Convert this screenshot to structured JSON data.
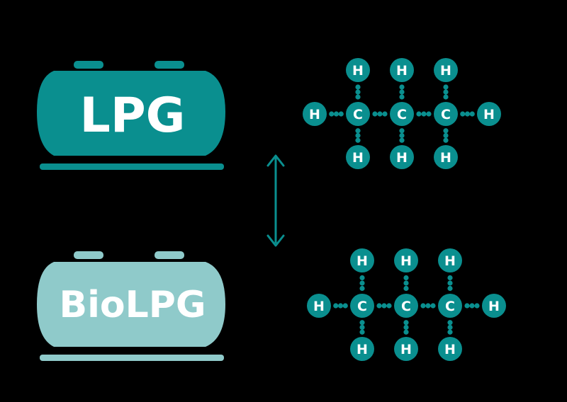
{
  "colors": {
    "background": "#000000",
    "lpg_tank": "#0a8f8f",
    "biolpg_tank": "#8fcaca",
    "atom": "#0a8f8f",
    "bond": "#0a8f8f",
    "arrow": "#0a8f8f",
    "text": "#ffffff"
  },
  "tanks": [
    {
      "id": "lpg",
      "label": "LPG"
    },
    {
      "id": "biolpg",
      "label": "BioLPG"
    }
  ],
  "arrow": {
    "type": "double-headed-vertical",
    "icon": "double-arrow-icon"
  },
  "molecules": [
    {
      "id": "propane-top",
      "carbons": [
        "C",
        "C",
        "C"
      ],
      "hydrogens_top": [
        "H",
        "H",
        "H"
      ],
      "hydrogens_bottom": [
        "H",
        "H",
        "H"
      ],
      "hydrogen_left": "H",
      "hydrogen_right": "H"
    },
    {
      "id": "propane-bottom",
      "carbons": [
        "C",
        "C",
        "C"
      ],
      "hydrogens_top": [
        "H",
        "H",
        "H"
      ],
      "hydrogens_bottom": [
        "H",
        "H",
        "H"
      ],
      "hydrogen_left": "H",
      "hydrogen_right": "H"
    }
  ]
}
